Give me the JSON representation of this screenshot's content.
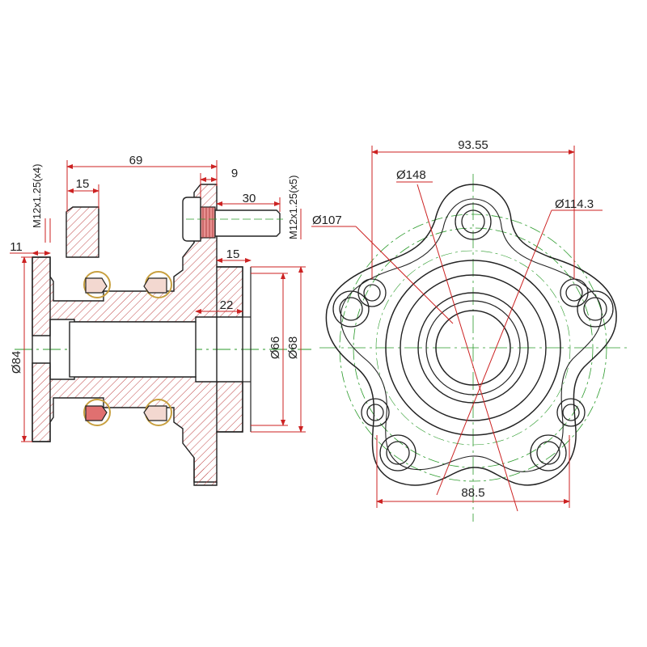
{
  "side_view": {
    "dim_flange_width": "69",
    "dim_pilot": "15",
    "dim_stud_head": "9",
    "dim_stud_length": "30",
    "dim_thread_mount": "M12x1.25(x4)",
    "dim_thread_stud": "M12x1.25(x5)",
    "dim_offset": "11",
    "dim_spigot": "15",
    "dim_bore": "22",
    "dim_outer_dia": "Ø84",
    "dim_spigot_dia": "Ø66",
    "dim_spigot_dia2": "Ø68"
  },
  "front_view": {
    "dim_width": "93.55",
    "dim_pcd_mount": "Ø148",
    "dim_pcd_wheel": "Ø114.3",
    "dim_center_dia": "Ø107",
    "dim_bottom": "88.5"
  },
  "colors": {
    "outline": "#222222",
    "hatch": "#c04848",
    "centerline": "#2a9a2a",
    "dimension": "#cc2222",
    "seal": "#c8a040"
  }
}
